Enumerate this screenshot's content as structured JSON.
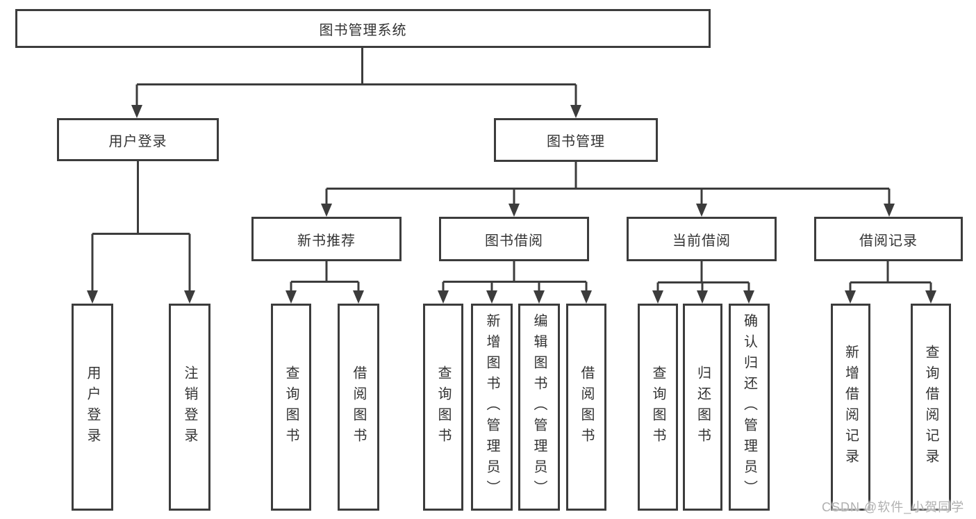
{
  "colors": {
    "line": "#3c3c3c",
    "box_border": "#3c3c3c",
    "text": "#333333",
    "background": "#ffffff",
    "watermark": "#b0b0b0"
  },
  "diagram": {
    "root": {
      "label": "图书管理系统"
    },
    "branches": [
      {
        "label": "用户登录",
        "children": [
          {
            "label": "用户登录"
          },
          {
            "label": "注销登录"
          }
        ]
      },
      {
        "label": "图书管理",
        "children": [
          {
            "label": "新书推荐",
            "children": [
              {
                "label": "查询图书"
              },
              {
                "label": "借阅图书"
              }
            ]
          },
          {
            "label": "图书借阅",
            "children": [
              {
                "label": "查询图书"
              },
              {
                "label": "新增图书（管理员）"
              },
              {
                "label": "编辑图书（管理员）"
              },
              {
                "label": "借阅图书"
              }
            ]
          },
          {
            "label": "当前借阅",
            "children": [
              {
                "label": "查询图书"
              },
              {
                "label": "归还图书"
              },
              {
                "label": "确认归还（管理员）"
              }
            ]
          },
          {
            "label": "借阅记录",
            "children": [
              {
                "label": "新增借阅记录"
              },
              {
                "label": "查询借阅记录"
              }
            ]
          }
        ]
      }
    ]
  },
  "watermark": {
    "text": "CSDN @软件_小贺同学"
  }
}
